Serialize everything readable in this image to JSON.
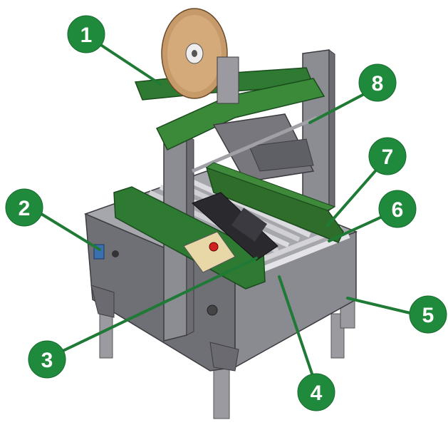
{
  "colors": {
    "callout_fill": "#1f8a3c",
    "callout_text": "#ffffff",
    "leader_line": "#1f7a35",
    "machine_frame": "#8c8c93",
    "machine_dark": "#5a5a60",
    "guide_rail": "#2e6e2a",
    "roller": "#d8d8dc",
    "tape": "#c49a6c",
    "background": "#ffffff"
  },
  "callouts": [
    {
      "id": "1",
      "label": "1"
    },
    {
      "id": "2",
      "label": "2"
    },
    {
      "id": "3",
      "label": "3"
    },
    {
      "id": "4",
      "label": "4"
    },
    {
      "id": "5",
      "label": "5"
    },
    {
      "id": "6",
      "label": "6"
    },
    {
      "id": "7",
      "label": "7"
    },
    {
      "id": "8",
      "label": "8"
    }
  ]
}
